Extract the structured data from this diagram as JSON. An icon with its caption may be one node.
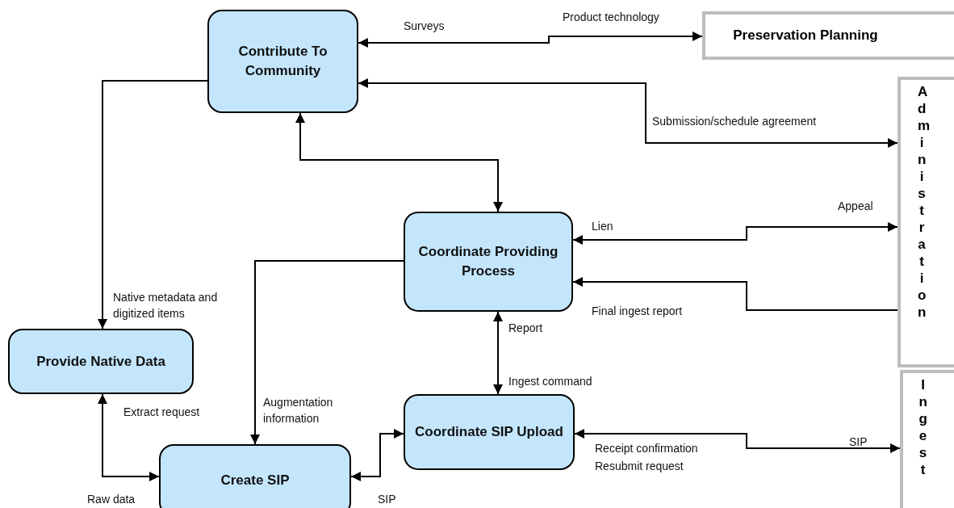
{
  "diagram": {
    "nodes": [
      {
        "text": [
          "Contribute To Community"
        ]
      },
      {
        "text": [
          "Preservation Planning"
        ]
      },
      {
        "text": [
          "Administration"
        ]
      },
      {
        "text": [
          "Coordinate Providing Process"
        ]
      },
      {
        "text": [
          "Provide Native Data"
        ]
      },
      {
        "text": [
          "Coordinate SIP Upload"
        ]
      },
      {
        "text": [
          "Create SIP"
        ]
      },
      {
        "text": [
          "Ingest"
        ]
      }
    ],
    "edges": [
      {
        "from": 0,
        "to": 1,
        "arrow": "both"
      },
      {
        "from": 0,
        "to": 2,
        "arrow": "both"
      },
      {
        "from": 0,
        "to": 4,
        "arrow": "to"
      },
      {
        "from": 0,
        "to": 3,
        "arrow": "both"
      },
      {
        "from": 3,
        "to": 2,
        "arrow": "both"
      },
      {
        "from": 2,
        "to": 3,
        "arrow": "to"
      },
      {
        "from": 3,
        "to": 6,
        "arrow": "to"
      },
      {
        "from": 3,
        "to": 5,
        "arrow": "both"
      },
      {
        "from": 4,
        "to": 6,
        "arrow": "both"
      },
      {
        "from": 6,
        "to": 5,
        "arrow": "both"
      },
      {
        "from": 5,
        "to": 7,
        "arrow": "both"
      }
    ],
    "labels": [
      "Surveys",
      "Product technology",
      "Submission/schedule agreement",
      "Lien",
      "Appeal",
      "Final ingest report",
      "Report",
      "Ingest command",
      "Native metadata and digitized items",
      "Extract request",
      "Augmentation information",
      "Raw data",
      "SIP",
      "Receipt confirmation",
      "Resubmit request",
      "SIP"
    ]
  }
}
